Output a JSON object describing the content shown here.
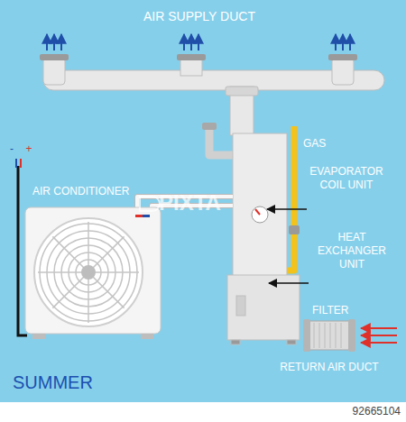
{
  "diagram": {
    "labels": [
      "AIR SUPPLY DUCT",
      "GAS",
      "EVAPORATOR COIL UNIT",
      "AIR CONDITIONER",
      "HEAT EXCHANGER UNIT",
      "FILTER",
      "RETURN AIR DUCT",
      "SUMMER",
      "-",
      "+",
      "PIXTA",
      "92665104"
    ]
  }
}
